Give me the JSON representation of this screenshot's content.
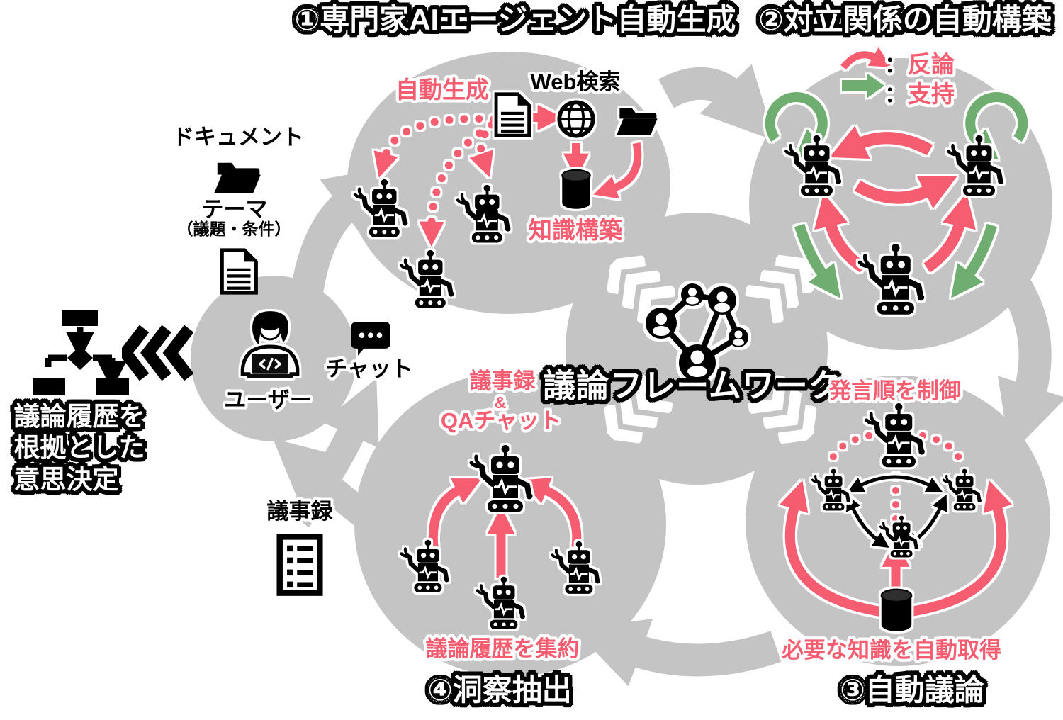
{
  "titles": {
    "s1": "①専門家AIエージェント自動生成",
    "s2": "②対立関係の自動構築",
    "s3": "③自動議論",
    "s4": "④洞察抽出"
  },
  "center": {
    "framework": "議論フレームワーク"
  },
  "left_panel": {
    "decision_line1": "議論履歴を",
    "decision_line2": "根拠とした",
    "decision_line3": "意思決定"
  },
  "inputs": {
    "document": "ドキュメント",
    "theme": "テーマ",
    "theme_sub": "（議題・条件）",
    "user": "ユーザー",
    "chat": "チャット",
    "minutes": "議事録"
  },
  "s1": {
    "auto_generate": "自動生成",
    "web_search": "Web検索",
    "knowledge_build": "知識構築"
  },
  "s2": {
    "colon": "：",
    "counter": "反論",
    "support": "支持"
  },
  "s3": {
    "speak_order": "発言順を制御",
    "acquire": "必要な知識を自動取得"
  },
  "s4": {
    "line1": "議事録",
    "amp": "&",
    "line2": "QAチャット",
    "aggregate": "議論履歴を集約"
  },
  "colors": {
    "pink": "#f75d71",
    "green": "#6fae70",
    "gray": "#c4c4c4",
    "black": "#000000",
    "white": "#ffffff"
  }
}
